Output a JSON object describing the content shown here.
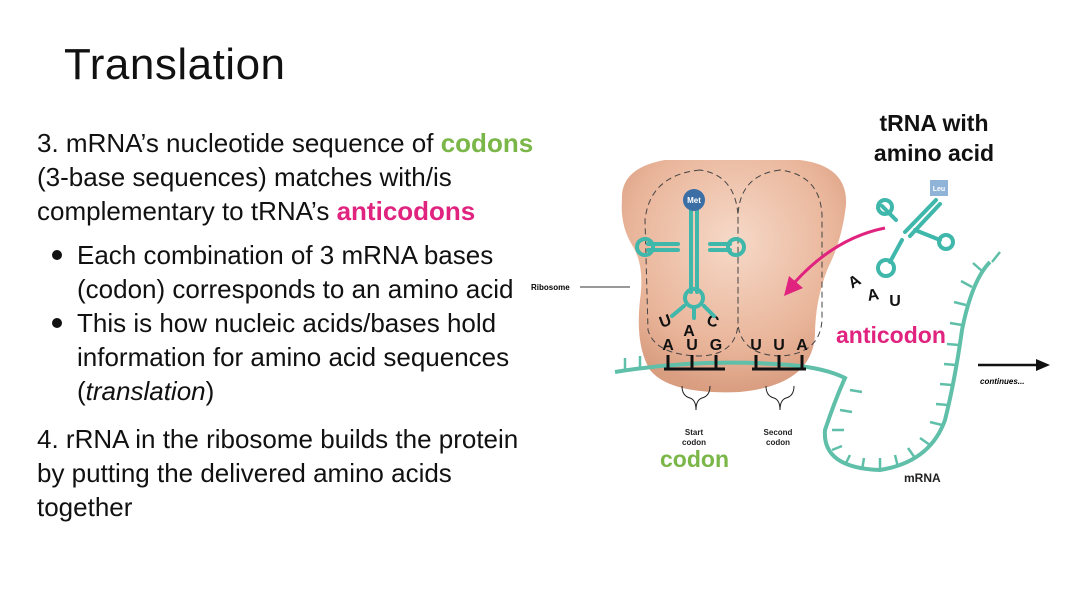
{
  "slide": {
    "title": "Translation",
    "point3": {
      "prefix": "3. mRNA’s nucleotide sequence of ",
      "codons": "codons",
      "middle": " (3-base sequences) matches with/is complementary to tRNA’s ",
      "anticodons": "anticodons"
    },
    "bullets": [
      {
        "text": "Each combination of 3 mRNA bases (codon)  corresponds to an amino acid"
      },
      {
        "text_before": "This is how nucleic acids/bases hold information for amino acid sequences (",
        "italic": "translation",
        "text_after": ")"
      }
    ],
    "point4": "4. rRNA in the ribosome builds the protein by putting the delivered amino acids together"
  },
  "diagram": {
    "trna_label": "tRNA with amino acid",
    "anticodon_label": "anticodon",
    "codon_label": "codon",
    "ribosome_label": "Ribosome",
    "continues_label": "continues...",
    "mrna_label": "mRNA",
    "met_label": "Met",
    "leu_label": "Leu",
    "start_codon_label": [
      "Start",
      "codon"
    ],
    "second_codon_label": [
      "Second",
      "codon"
    ],
    "codon_bases_1": [
      "A",
      "U",
      "G"
    ],
    "codon_bases_2": [
      "U",
      "U",
      "A"
    ],
    "anticodon_bases_bound": [
      "U",
      "A",
      "C"
    ],
    "anticodon_bases_free": [
      "A",
      "A",
      "U"
    ],
    "colors": {
      "codon_green": "#7ab648",
      "anticodon_pink": "#e0237f",
      "trna_teal": "#3fb7aa",
      "mrna_teal": "#5fbfa8",
      "met_blue": "#3a6ea5",
      "leu_blue": "#8fb4d8",
      "ribosome": "#e9b9a0"
    }
  }
}
